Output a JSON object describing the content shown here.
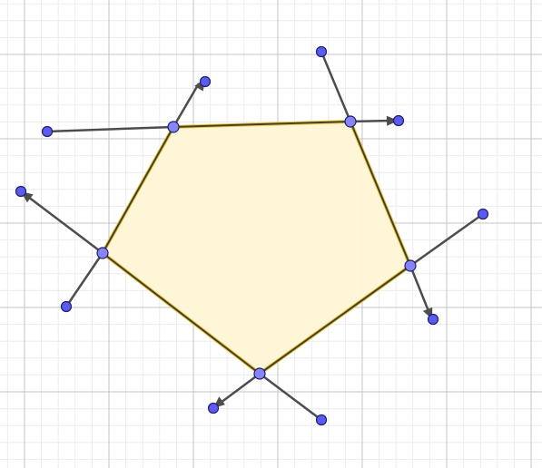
{
  "colors": {
    "background": "#ffffff",
    "grid_minor": "#ececec",
    "grid_major": "#c4c4c4",
    "polygon_fill": "#fff5d6",
    "polygon_edge": "#4a3f1e",
    "polygon_edge_highlight": "#e6c84a",
    "segment": "#4d4d4d",
    "point_fill": "#5b5bf2",
    "point_stroke": "#1e1e6e"
  },
  "icons": {
    "vertex": "vertex-point-icon",
    "endpoint": "endpoint-point-icon",
    "arrow": "arrowhead-icon"
  },
  "diagram": {
    "type": "geometry-construction",
    "shape": "pentagon",
    "vertex_count": 5,
    "segments_per_vertex": 2,
    "arrowed_segments": 5,
    "free_endpoints": 5
  }
}
